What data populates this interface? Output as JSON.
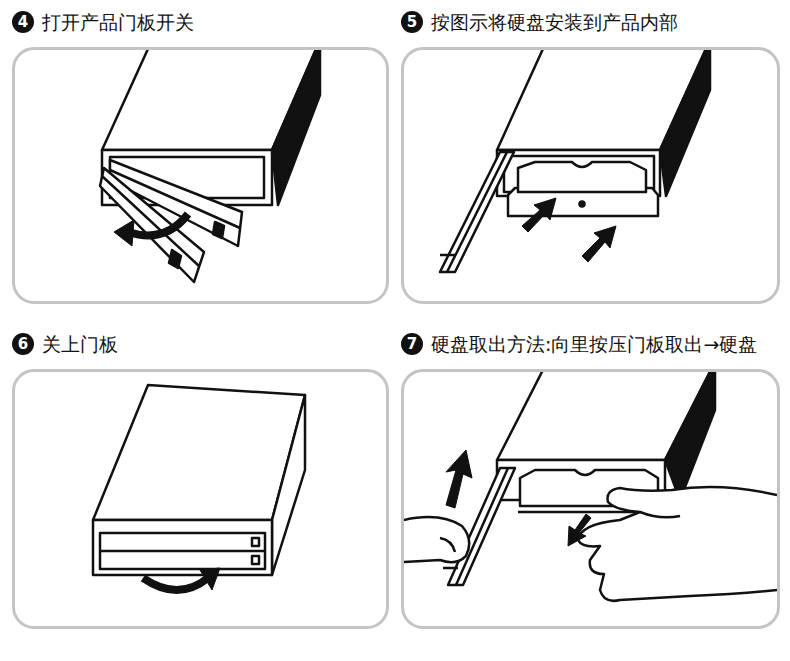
{
  "diagram": {
    "nodes": [
      {
        "text": [
          "4",
          "打开产品门板开关"
        ]
      },
      {
        "text": [
          "5",
          "按图示将硬盘安装到产品内部"
        ]
      },
      {
        "text": [
          "6",
          "关上门板"
        ]
      },
      {
        "text": [
          "7",
          "硬盘取出方法:向里按压门板取出→硬盘"
        ]
      }
    ]
  }
}
